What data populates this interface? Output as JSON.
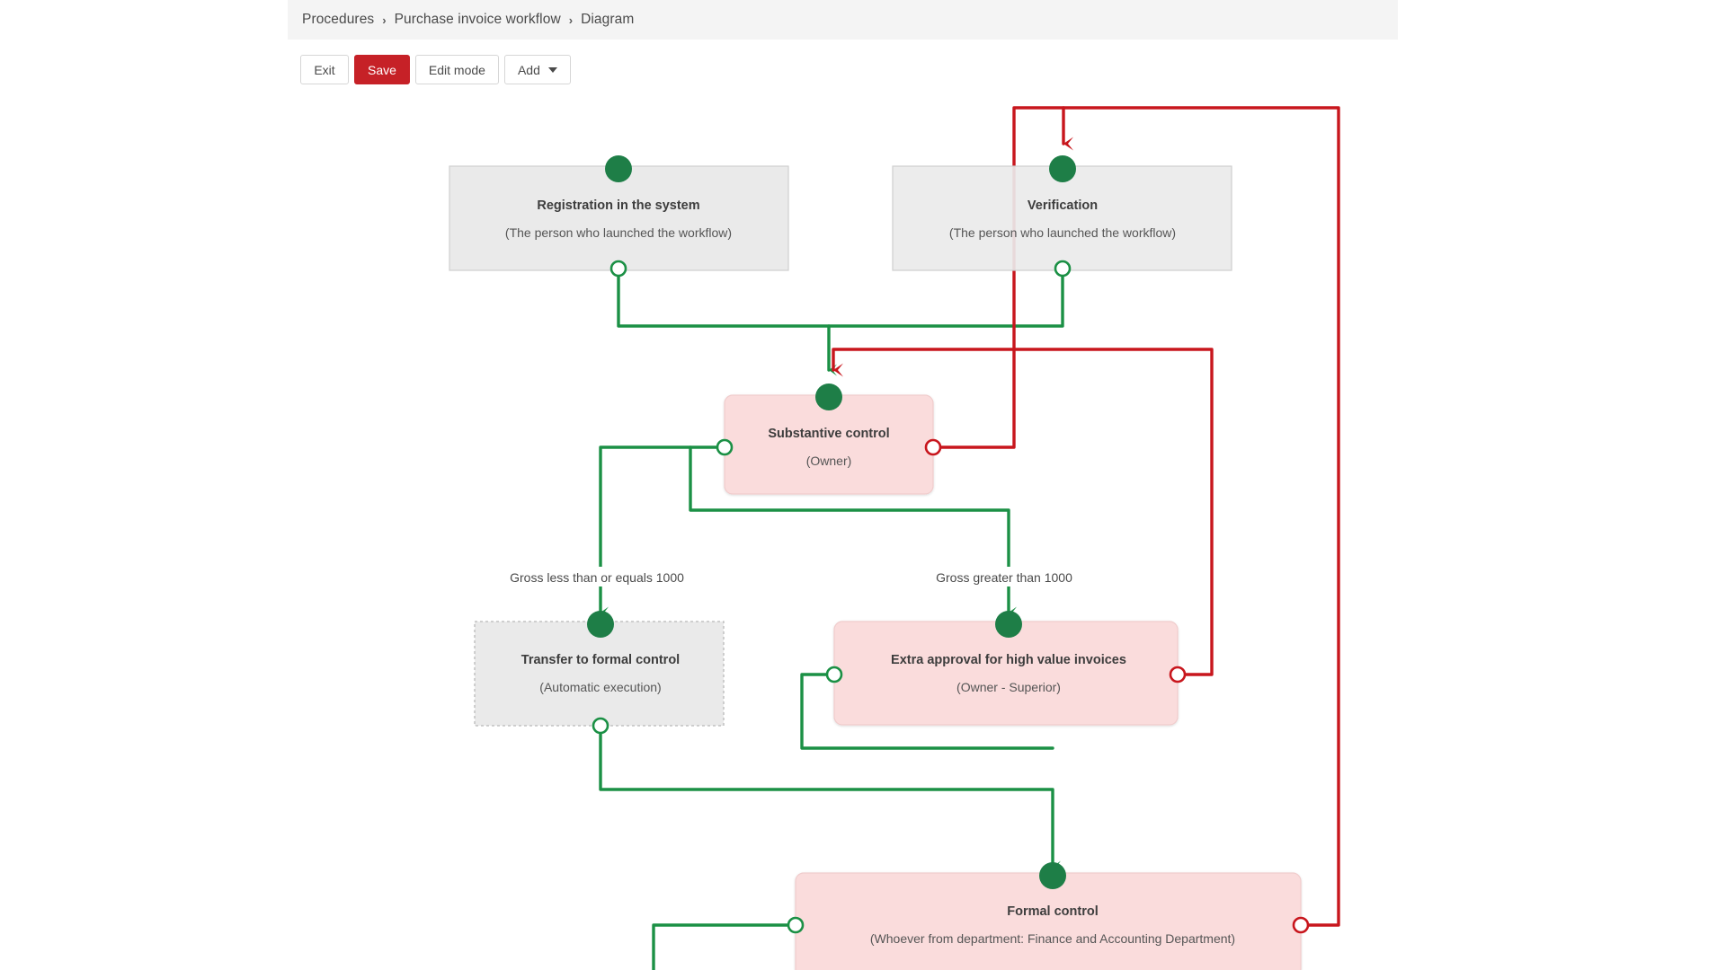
{
  "breadcrumb": {
    "separator": "›",
    "items": [
      {
        "label": "Procedures"
      },
      {
        "label": "Purchase invoice workflow"
      },
      {
        "label": "Diagram"
      }
    ]
  },
  "toolbar": {
    "exit_label": "Exit",
    "save_label": "Save",
    "edit_mode_label": "Edit mode",
    "add_label": "Add"
  },
  "colors": {
    "accent_red": "#c62127",
    "edge_green": "#1b9045",
    "edge_red": "#c8161d",
    "dot_green": "#1e7e47",
    "node_gray_fill": "#eaeaea",
    "node_gray_border": "#cfcfcf",
    "node_pink_fill": "#fadcdc",
    "node_pink_border": "#f0cccc",
    "breadcrumb_bg": "#f4f4f4"
  },
  "diagram": {
    "nodes": [
      {
        "id": "registration",
        "title": "Registration in the system",
        "subtitle": "(The person who launched the workflow)",
        "style": "gray-solid"
      },
      {
        "id": "verification",
        "title": "Verification",
        "subtitle": "(The person who launched the workflow)",
        "style": "gray-solid"
      },
      {
        "id": "substantive-control",
        "title": "Substantive control",
        "subtitle": "(Owner)",
        "style": "pink"
      },
      {
        "id": "transfer-to-formal-control",
        "title": "Transfer to formal control",
        "subtitle": "(Automatic execution)",
        "style": "gray-dashed"
      },
      {
        "id": "extra-approval",
        "title": "Extra approval for high value invoices",
        "subtitle": "(Owner - Superior)",
        "style": "pink"
      },
      {
        "id": "formal-control",
        "title": "Formal control",
        "subtitle": "(Whoever from department: Finance and Accounting Department)",
        "style": "pink"
      }
    ],
    "edge_labels": [
      {
        "id": "label-low-value",
        "text": "Gross less than or equals 1000"
      },
      {
        "id": "label-high-value",
        "text": "Gross greater than 1000"
      }
    ]
  }
}
